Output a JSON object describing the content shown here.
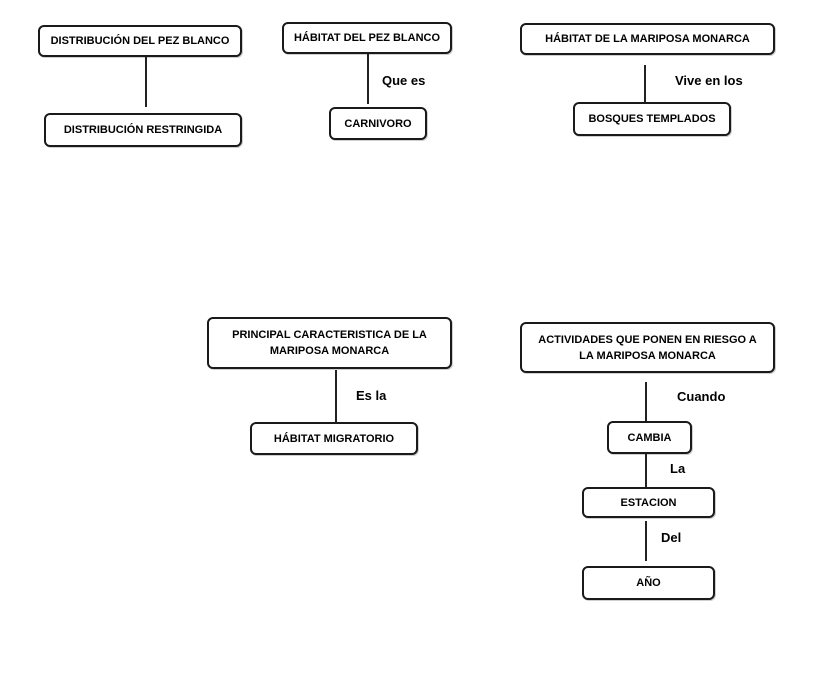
{
  "nodes": {
    "dist_pez": "DISTRIBUCIÓN DEL PEZ BLANCO",
    "dist_restringida": "DISTRIBUCIÓN RESTRINGIDA",
    "habitat_pez": "HÁBITAT DEL PEZ BLANCO",
    "carnivoro": "CARNIVORO",
    "habitat_mariposa": "HÁBITAT DE LA MARIPOSA MONARCA",
    "bosques": "BOSQUES TEMPLADOS",
    "principal_line1": "PRINCIPAL CARACTERISTICA DE LA",
    "principal_line2": "MARIPOSA MONARCA",
    "habitat_migratorio": "HÁBITAT MIGRATORIO",
    "actividades_line1": "ACTIVIDADES QUE PONEN  EN RIESGO A",
    "actividades_line2": "LA MARIPOSA MONARCA",
    "cambia": "CAMBIA",
    "estacion": "ESTACION",
    "anio": "AÑO"
  },
  "connectors": {
    "que_es": "Que es",
    "vive_en_los": "Vive en  los",
    "es_la": "Es la",
    "cuando": "Cuando",
    "la": "La",
    "del": "Del"
  }
}
